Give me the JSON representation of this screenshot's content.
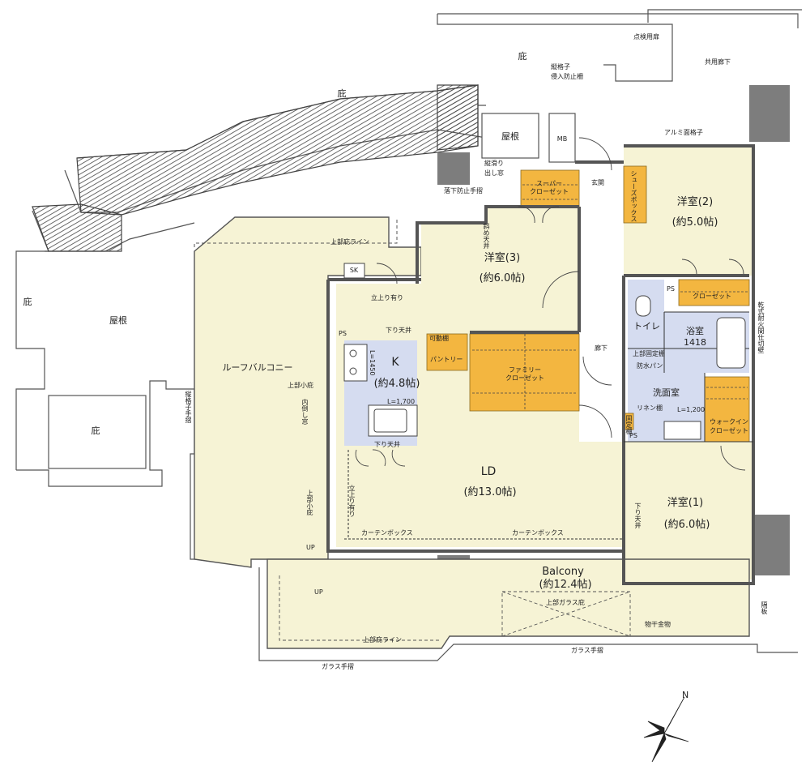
{
  "labels": {
    "eaves_top_center": "庇",
    "eaves_upper": "庇",
    "inspection_door": "点検用扉",
    "shared_corridor": "共用廊下",
    "lattice_guard": "縦格子\n侵入防止柵",
    "roof_upper": "屋根",
    "mb": "MB",
    "sliding_window": "縦滑り\n出し窓",
    "fall_rail": "落下防止手摺",
    "aluminum_lattice": "アルミ面格子",
    "super_closet": "スーパー\nクローゼット",
    "entrance": "玄関",
    "shoes_box": "シューズボックス",
    "room2_name": "洋室(2)",
    "room2_size": "(約5.0帖)",
    "slanted_ceiling": "斜め天井",
    "room3_name": "洋室(3)",
    "room3_size": "(約6.0帖)",
    "eaves_line_upper": "上部庇ライン",
    "sk": "SK",
    "step_up_1": "立上り有り",
    "closet_r2": "クローゼット",
    "ps1": "PS",
    "ps2": "PS",
    "ps3": "PS",
    "eaves_left": "庇",
    "roof_left": "屋根",
    "dry_fire_wall": "乾式耐火間仕切壁",
    "drop_ceiling_k": "下り天井",
    "movable_shelf": "可動棚",
    "k_name": "K",
    "k_size": "(約4.8帖)",
    "l1450": "L=1450",
    "pantry": "パントリー",
    "family_closet": "ファミリー\nクローゼット",
    "corridor": "廊下",
    "toilet": "トイレ",
    "bath_name": "浴室",
    "bath_size": "1418",
    "upper_shelf": "上部固定棚",
    "waterproof_pan": "防水パン",
    "roof_balcony": "ルーフバルコニー",
    "vertical_rail": "縦格子手摺",
    "upper_small_eaves": "上部小庇",
    "inner_window": "内倒し窓",
    "l1700": "L=1,700",
    "washroom": "洗面室",
    "linen": "リネン棚",
    "l1200": "L=1,200",
    "walkin": "ウォークイン\nクローゼット",
    "fixed_shelf": "固定棚",
    "eaves_lower_left": "庇",
    "drop_ceiling_k2": "下り天井",
    "ld_name": "LD",
    "ld_size": "(約13.0帖)",
    "step_up_2": "立上り有り",
    "upper_small_eaves2": "上部小庇",
    "drop_ceiling_r1": "下り天井",
    "room1_name": "洋室(1)",
    "room1_size": "(約6.0帖)",
    "curtain_box_1": "カーテンボックス",
    "curtain_box_2": "カーテンボックス",
    "up1": "UP",
    "up2": "UP",
    "balcony_name": "Balcony",
    "balcony_size": "(約12.4帖)",
    "upper_glass_eaves": "上部ガラス庇",
    "partition": "隔板",
    "laundry": "物干金物",
    "eaves_line_lower": "上部庇ライン",
    "glass_rail_right": "ガラス手摺",
    "glass_rail_left": "ガラス手摺",
    "north": "N"
  },
  "colors": {
    "room_fill": "#f6f3d5",
    "closet_fill": "#f3b640",
    "wet_fill": "#d5dcf0",
    "wall": "#555555",
    "line": "#333333",
    "stair": "#444444",
    "column": "#7d7d7d"
  }
}
